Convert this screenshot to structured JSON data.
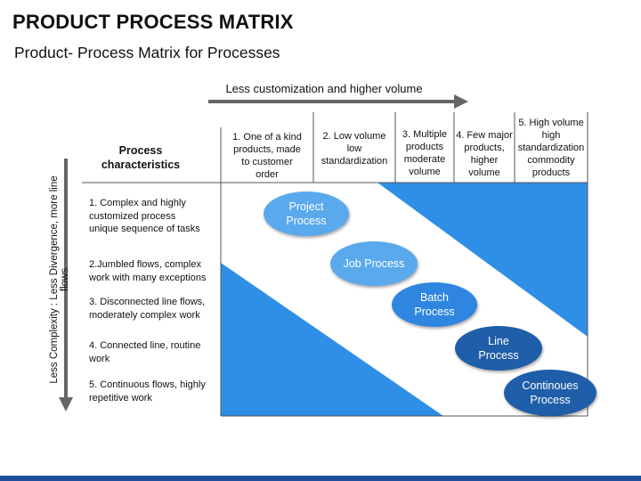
{
  "title": "PRODUCT PROCESS MATRIX",
  "subtitle": "Product- Process Matrix for Processes",
  "top_arrow_label": "Less customization and higher volume",
  "side_arrow_label": "Less Complexity : Less Divergence, more line flows",
  "process_characteristics_header": "Process\ncharacteristics",
  "columns": [
    "1. One of a kind\nproducts, made\nto customer\norder",
    "2. Low volume\nlow\nstandardization",
    "3. Multiple\nproducts\nmoderate\nvolume",
    "4. Few major\nproducts,\nhigher\nvolume",
    "5. High volume\nhigh\nstandardization\ncommodity\nproducts"
  ],
  "rows": [
    "1. Complex and highly\ncustomized process\nunique sequence of tasks",
    "2.Jumbled flows, complex\nwork with many exceptions",
    "3. Disconnected line flows,\nmoderately complex work",
    "4. Connected line, routine\nwork",
    "5. Continuous flows, highly\nrepetitive work"
  ],
  "processes": [
    {
      "label": "Project\nProcess"
    },
    {
      "label": "Job Process"
    },
    {
      "label": "Batch\nProcess"
    },
    {
      "label": "Line\nProcess"
    },
    {
      "label": "Continoues\nProcess"
    }
  ],
  "colors": {
    "triangle_fill": "#2f8fe6",
    "bubble_light": "#5aa9ec",
    "bubble_mid": "#2f86e0",
    "bubble_dark": "#1f5ea8",
    "bottom_bar": "#1f4e9c"
  }
}
